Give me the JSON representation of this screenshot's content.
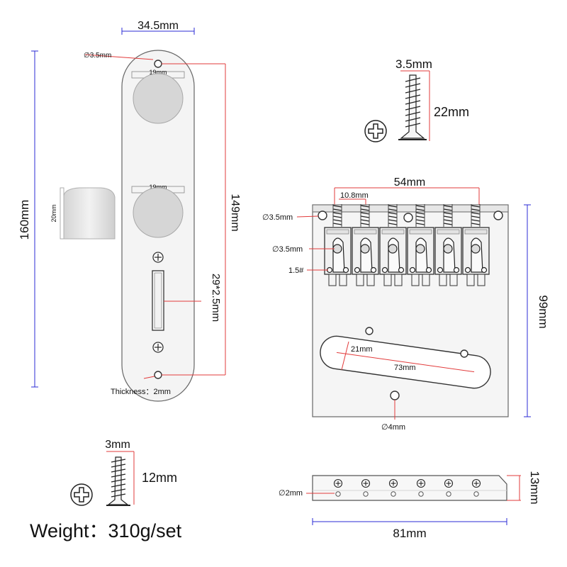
{
  "control_plate": {
    "width_label": "34.5mm",
    "height_label": "160mm",
    "hole_spacing_label": "149mm",
    "slot_label": "29*2.5mm",
    "hole_diameter_label": "∅3.5mm",
    "knob_top_label": "19mm",
    "knob_bottom_label": "19mm",
    "thickness_label": "Thickness：2mm",
    "side_knob_label": "20mm"
  },
  "plate_screw": {
    "diameter_label": "3mm",
    "length_label": "12mm"
  },
  "bridge_screw": {
    "diameter_label": "3.5mm",
    "length_label": "22mm"
  },
  "bridge": {
    "saddle_spacing_total_label": "54mm",
    "saddle_pitch_label": "10.8mm",
    "mount_hole_label": "∅3.5mm",
    "saddle_hole_label": "∅3.5mm",
    "hex_key_label": "1.5#",
    "height_label": "99mm",
    "pickup_width_label": "21mm",
    "pickup_length_label": "73mm",
    "bottom_hole_label": "∅4mm"
  },
  "bridge_side": {
    "string_hole_label": "∅2mm",
    "width_label": "81mm",
    "height_label": "13mm"
  },
  "weight_label": "Weight：310g/set"
}
